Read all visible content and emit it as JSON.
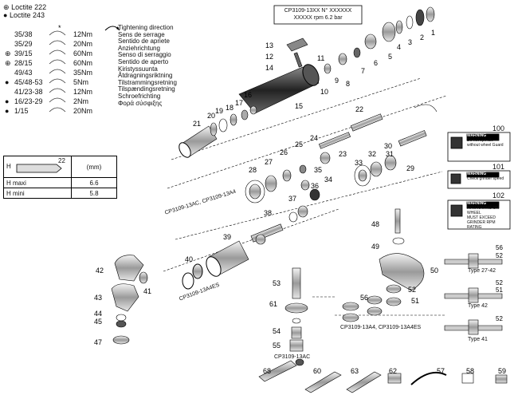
{
  "loctite": {
    "legend": [
      {
        "symbol": "circle-x-icon",
        "label": "Loctite 222"
      },
      {
        "symbol": "dot-icon",
        "label": "Loctite 243"
      }
    ],
    "rows": [
      {
        "symbol": "",
        "range": "35/38",
        "torque": "12Nm"
      },
      {
        "symbol": "",
        "range": "35/29",
        "torque": "20Nm"
      },
      {
        "symbol": "circle-x-icon",
        "range": "39/15",
        "torque": "60Nm"
      },
      {
        "symbol": "circle-x-icon",
        "range": "28/15",
        "torque": "60Nm"
      },
      {
        "symbol": "",
        "range": "49/43",
        "torque": "35Nm"
      },
      {
        "symbol": "dot-icon",
        "range": "45/48-53",
        "torque": "5Nm"
      },
      {
        "symbol": "",
        "range": "41/23-38",
        "torque": "12Nm"
      },
      {
        "symbol": "dot-icon",
        "range": "16/23-29",
        "torque": "2Nm"
      },
      {
        "symbol": "dot-icon",
        "range": "1/15",
        "torque": "20Nm"
      }
    ]
  },
  "directions": {
    "tightening": [
      "Tightening direction",
      "Sens de serrage",
      "Sentido de apriete",
      "Anziehrichtung",
      "Senso di serraggio"
    ],
    "opening": [
      "Sentido de aperto",
      "Kiristyssuunta",
      "Åtdragningsriktning",
      "Tilstrammingsretning",
      "Tilspændingsretning",
      "Schroefrichting",
      "Φορά σύσφιξης"
    ]
  },
  "model_label": {
    "line1": "CP3109-13XX  N° XXXXXX",
    "line2": "XXXXX rpm  6.2 bar"
  },
  "h_table": {
    "header_h": "H",
    "header_num": "22",
    "unit": "(mm)",
    "rows": [
      {
        "label": "H maxi",
        "value": "6.6"
      },
      {
        "label": "H mini",
        "value": "5.8"
      }
    ]
  },
  "warnings": [
    {
      "num": "100",
      "title": "WARNING",
      "lines": [
        "Do not operate",
        "without wheel Guard"
      ]
    },
    {
      "num": "101",
      "title": "WARNING",
      "lines": [
        "Check grinder speed"
      ]
    },
    {
      "num": "102",
      "title": "WARNING",
      "lines": [
        "RPM RATING ON WHEEL",
        "MUST EXCEED",
        "GRINDER RPM RATING"
      ]
    }
  ],
  "captions": {
    "variant_13ac_13a4": "CP3109-13AC, CP3109-13A4",
    "variant_13a4es": "CP3109-13A4ES",
    "variant_13ac": "CP3109-13AC",
    "variant_bottom": "CP3109-13A4, CP3109-13A4ES"
  },
  "guard_types": [
    {
      "label": "Type 27-42",
      "parts": [
        "56",
        "52"
      ]
    },
    {
      "label": "Type 42",
      "parts": [
        "52",
        "51"
      ]
    },
    {
      "label": "Type 41",
      "parts": [
        "52"
      ]
    }
  ],
  "part_numbers": [
    "1",
    "2",
    "3",
    "4",
    "5",
    "6",
    "7",
    "8",
    "9",
    "10",
    "11",
    "12",
    "13",
    "14",
    "15",
    "16",
    "17",
    "18",
    "19",
    "20",
    "21",
    "22",
    "23",
    "24",
    "25",
    "26",
    "27",
    "28",
    "29",
    "30",
    "31",
    "32",
    "33",
    "34",
    "35",
    "36",
    "37",
    "38",
    "39",
    "40",
    "41",
    "42",
    "43",
    "44",
    "45",
    "47",
    "48",
    "49",
    "50",
    "51",
    "52",
    "53",
    "54",
    "55",
    "56",
    "57",
    "58",
    "59",
    "60",
    "61",
    "62",
    "63",
    "68"
  ]
}
